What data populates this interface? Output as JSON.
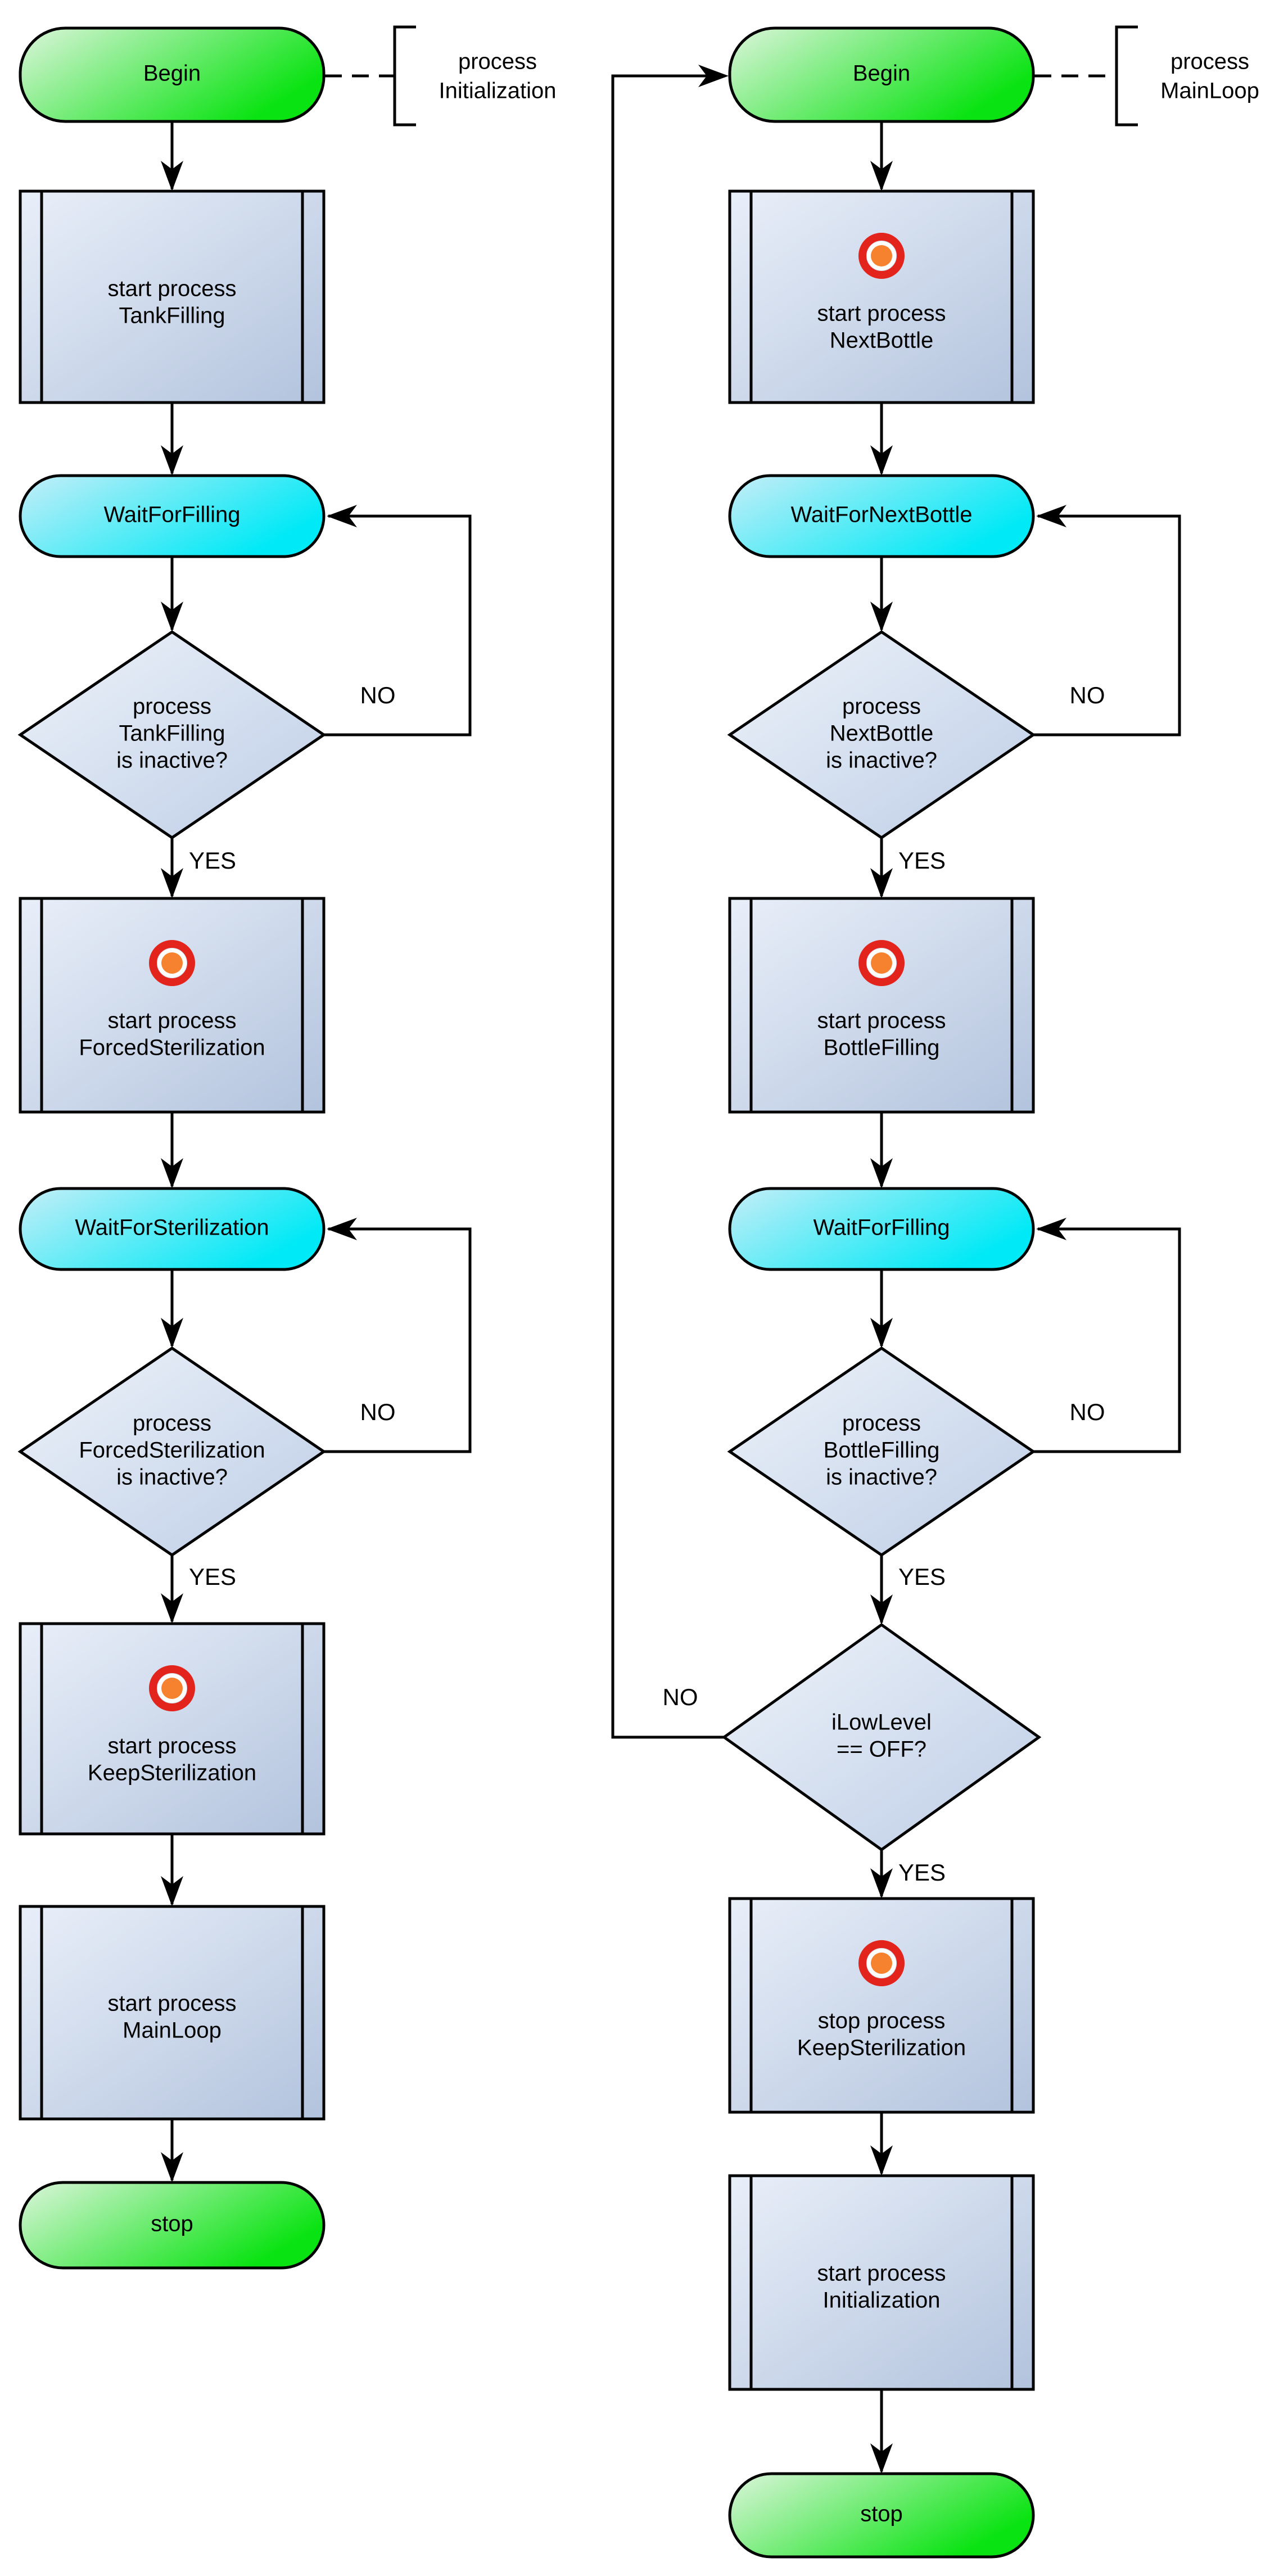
{
  "colors": {
    "background": "#ffffff",
    "outline": "#000000",
    "box_fill_light": "#e9eff9",
    "box_fill_dark": "#b2c3dd",
    "diamond_fill_light": "#eef3fa",
    "diamond_fill_dark": "#bdcde6",
    "pill_cyan_light": "#c5eef7",
    "pill_cyan_bright": "#00e9f6",
    "pill_green_light": "#ddf5dc",
    "pill_green_bright": "#0ae312",
    "icon_ring_red": "#e3241c",
    "icon_core_orange": "#f6812f",
    "icon_gap_white": "#ffffff"
  },
  "flows": [
    {
      "id": "initialization",
      "annotation": {
        "line1": "process",
        "line2": "Initialization"
      },
      "begin": "Begin",
      "stop": "stop",
      "steps": {
        "box1": {
          "line1": "start process",
          "line2": "TankFilling"
        },
        "pill1": "WaitForFilling",
        "diamond1": {
          "line1": "process",
          "line2": "TankFilling",
          "line3": "is inactive?"
        },
        "box2": {
          "line1": "start process",
          "line2": "ForcedSterilization"
        },
        "pill2": "WaitForSterilization",
        "diamond2": {
          "line1": "process",
          "line2": "ForcedSterilization",
          "line3": "is inactive?"
        },
        "box3": {
          "line1": "start process",
          "line2": "KeepSterilization"
        },
        "box4": {
          "line1": "start process",
          "line2": "MainLoop"
        }
      },
      "labels": {
        "yes1": "YES",
        "no1": "NO",
        "yes2": "YES",
        "no2": "NO"
      }
    },
    {
      "id": "mainloop",
      "annotation": {
        "line1": "process",
        "line2": "MainLoop"
      },
      "begin": "Begin",
      "stop": "stop",
      "steps": {
        "box1": {
          "line1": "start process",
          "line2": "NextBottle"
        },
        "pill1": "WaitForNextBottle",
        "diamond1": {
          "line1": "process",
          "line2": "NextBottle",
          "line3": "is inactive?"
        },
        "box2": {
          "line1": "start process",
          "line2": "BottleFilling"
        },
        "pill2": "WaitForFilling",
        "diamond2": {
          "line1": "process",
          "line2": "BottleFilling",
          "line3": "is inactive?"
        },
        "diamond3": {
          "line1": "iLowLevel",
          "line2": "== OFF?"
        },
        "box3": {
          "line1": "stop process",
          "line2": "KeepSterilization"
        },
        "box4": {
          "line1": "start process",
          "line2": "Initialization"
        }
      },
      "labels": {
        "yes1": "YES",
        "no1": "NO",
        "yes2": "YES",
        "no2": "NO",
        "yes3": "YES",
        "no3": "NO"
      }
    }
  ]
}
